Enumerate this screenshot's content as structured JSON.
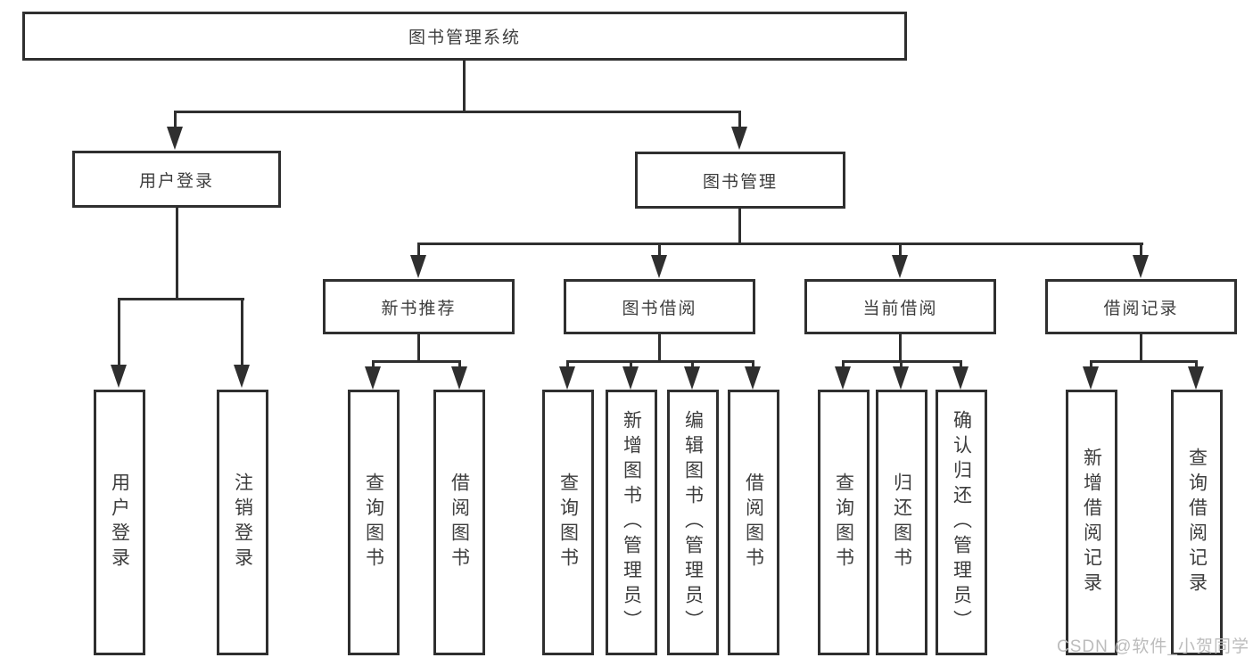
{
  "diagram": {
    "title": "图书管理系统",
    "children": [
      {
        "label": "用户登录",
        "children": [
          {
            "label": "用户登录"
          },
          {
            "label": "注销登录"
          }
        ]
      },
      {
        "label": "图书管理",
        "children": [
          {
            "label": "新书推荐",
            "children": [
              {
                "label": "查询图书"
              },
              {
                "label": "借阅图书"
              }
            ]
          },
          {
            "label": "图书借阅",
            "children": [
              {
                "label": "查询图书"
              },
              {
                "label": "新增图书（管理员）"
              },
              {
                "label": "编辑图书（管理员）"
              },
              {
                "label": "借阅图书"
              }
            ]
          },
          {
            "label": "当前借阅",
            "children": [
              {
                "label": "查询图书"
              },
              {
                "label": "归还图书"
              },
              {
                "label": "确认归还（管理员）"
              }
            ]
          },
          {
            "label": "借阅记录",
            "children": [
              {
                "label": "新增借阅记录"
              },
              {
                "label": "查询借阅记录"
              }
            ]
          }
        ]
      }
    ]
  },
  "watermark": {
    "text": "CSDN @软件_小贺同学"
  },
  "colors": {
    "line": "#2f2f2f",
    "text": "#3d3d3d",
    "background": "#ffffff",
    "watermark": "#bcbcbc"
  }
}
